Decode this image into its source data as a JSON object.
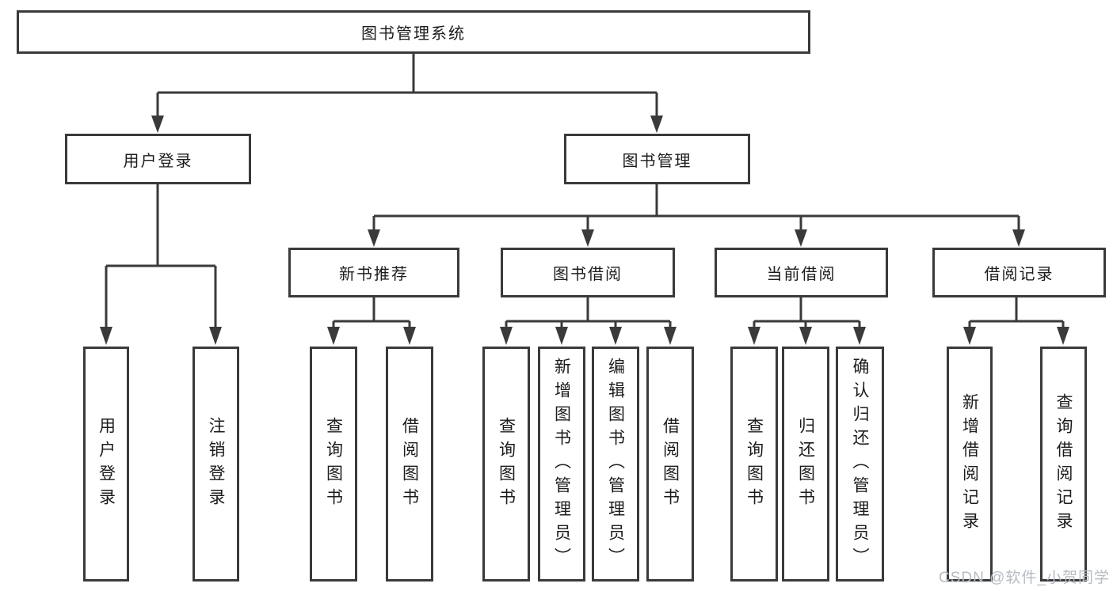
{
  "diagram": {
    "root": {
      "label": "图书管理系统"
    },
    "branches": [
      {
        "label": "用户登录",
        "children": [
          {
            "label": "用户登录"
          },
          {
            "label": "注销登录"
          }
        ]
      },
      {
        "label": "图书管理",
        "children": [
          {
            "label": "新书推荐",
            "children": [
              {
                "label": "查询图书"
              },
              {
                "label": "借阅图书"
              }
            ]
          },
          {
            "label": "图书借阅",
            "children": [
              {
                "label": "查询图书"
              },
              {
                "label": "新增图书（管理员）"
              },
              {
                "label": "编辑图书（管理员）"
              },
              {
                "label": "借阅图书"
              }
            ]
          },
          {
            "label": "当前借阅",
            "children": [
              {
                "label": "查询图书"
              },
              {
                "label": "归还图书"
              },
              {
                "label": "确认归还（管理员）"
              }
            ]
          },
          {
            "label": "借阅记录",
            "children": [
              {
                "label": "新增借阅记录"
              },
              {
                "label": "查询借阅记录"
              }
            ]
          }
        ]
      }
    ]
  },
  "watermark": {
    "text": "CSDN @软件_小贺同学"
  },
  "colors": {
    "line": "#3a3a3a",
    "text": "#1c1c1c",
    "watermark": "#b6bcc3",
    "background": "#ffffff"
  }
}
